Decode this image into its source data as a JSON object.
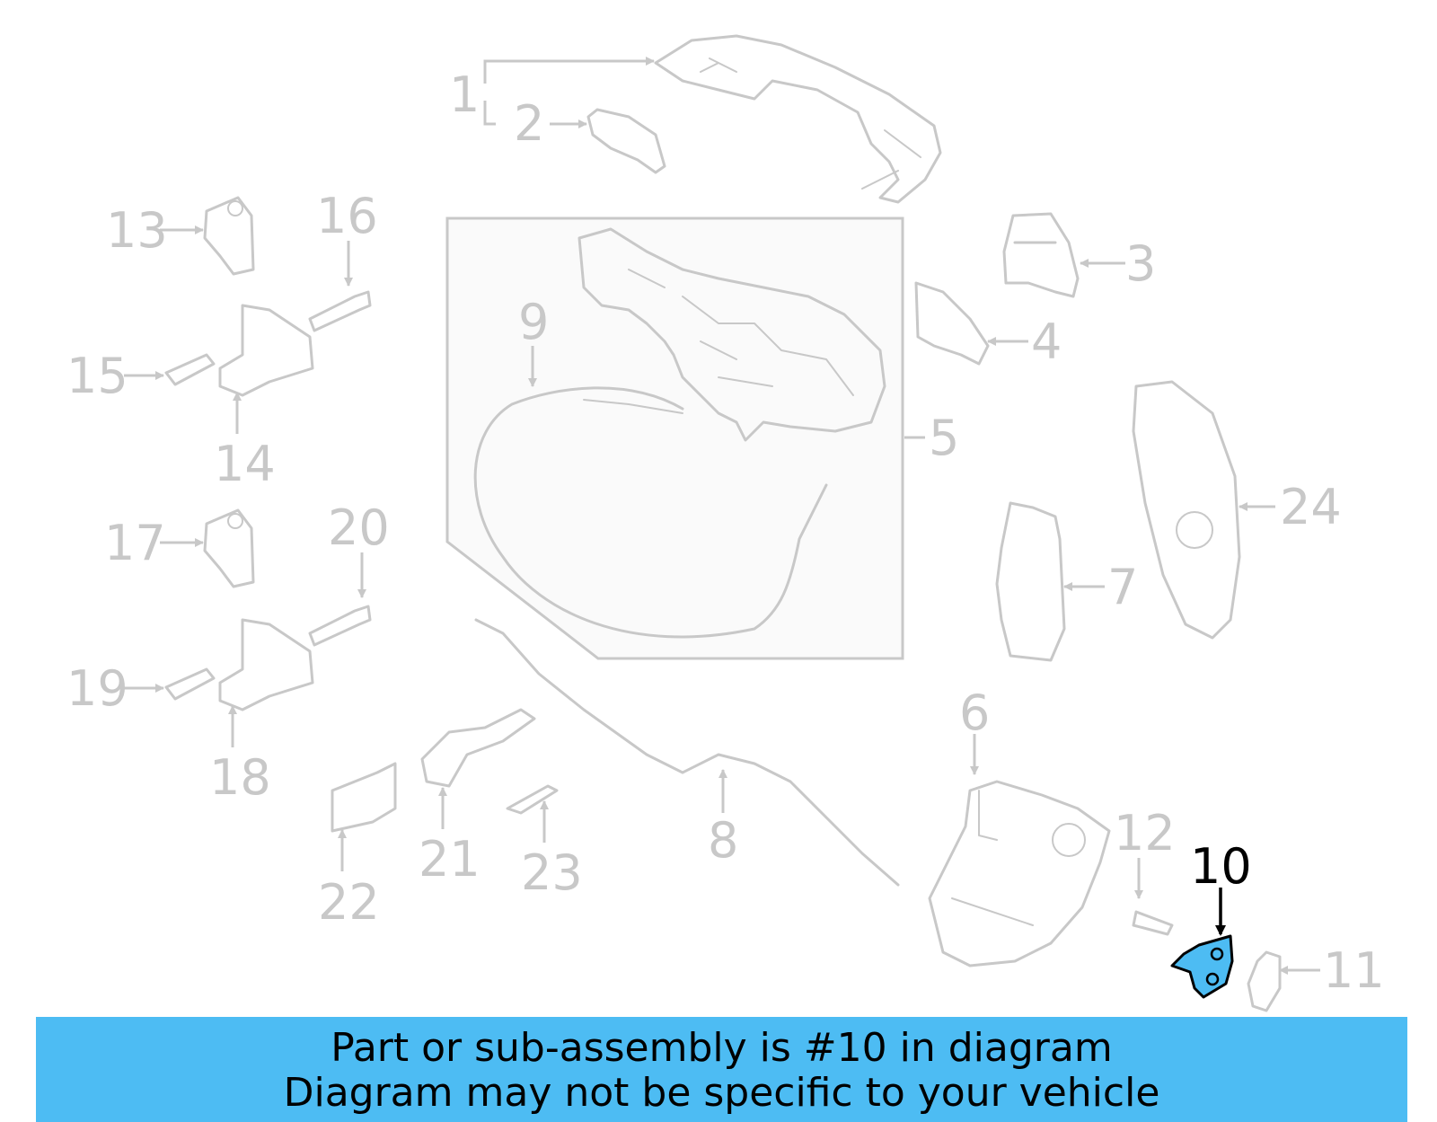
{
  "callouts": [
    "1",
    "2",
    "3",
    "4",
    "5",
    "6",
    "7",
    "8",
    "9",
    "10",
    "11",
    "12",
    "13",
    "14",
    "15",
    "16",
    "17",
    "18",
    "19",
    "20",
    "21",
    "22",
    "23",
    "24"
  ],
  "highlighted_part": "10",
  "colors": {
    "highlight": "#4dbcf3",
    "part_line": "#c8c8c8",
    "banner": "#4dbcf3",
    "active": "#000000"
  },
  "banner": {
    "line1": "Part or sub-assembly is #10 in diagram",
    "line2": "Diagram may not be specific to your vehicle"
  }
}
